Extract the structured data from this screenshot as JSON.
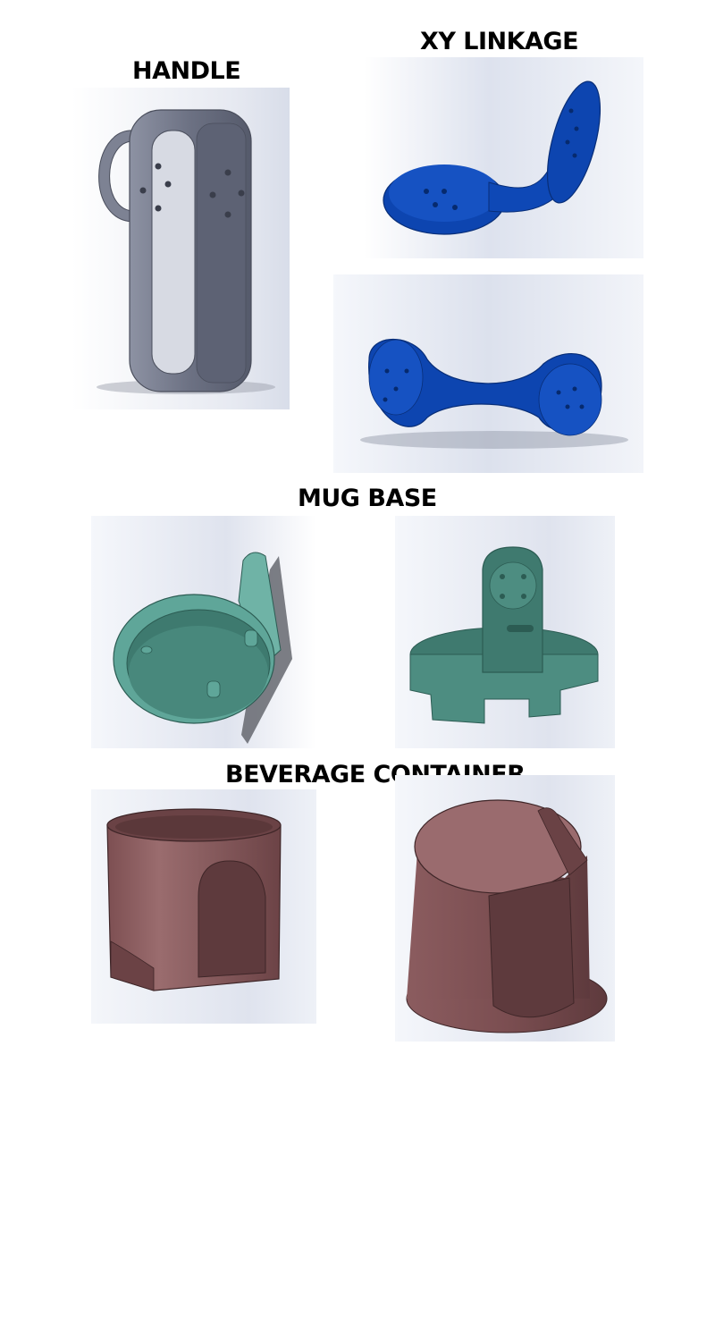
{
  "labels": {
    "handle": "HANDLE",
    "xy_linkage": "XY LINKAGE",
    "mug_base": "MUG BASE",
    "beverage_container": "BEVERAGE CONTAINER"
  },
  "colors": {
    "handle_part": "#7a7f90",
    "xy_linkage_part": "#0d45b0",
    "mug_base_part": "#5fa699",
    "beverage_container_part": "#875a5c",
    "background_gradient": "#dde3ef"
  }
}
